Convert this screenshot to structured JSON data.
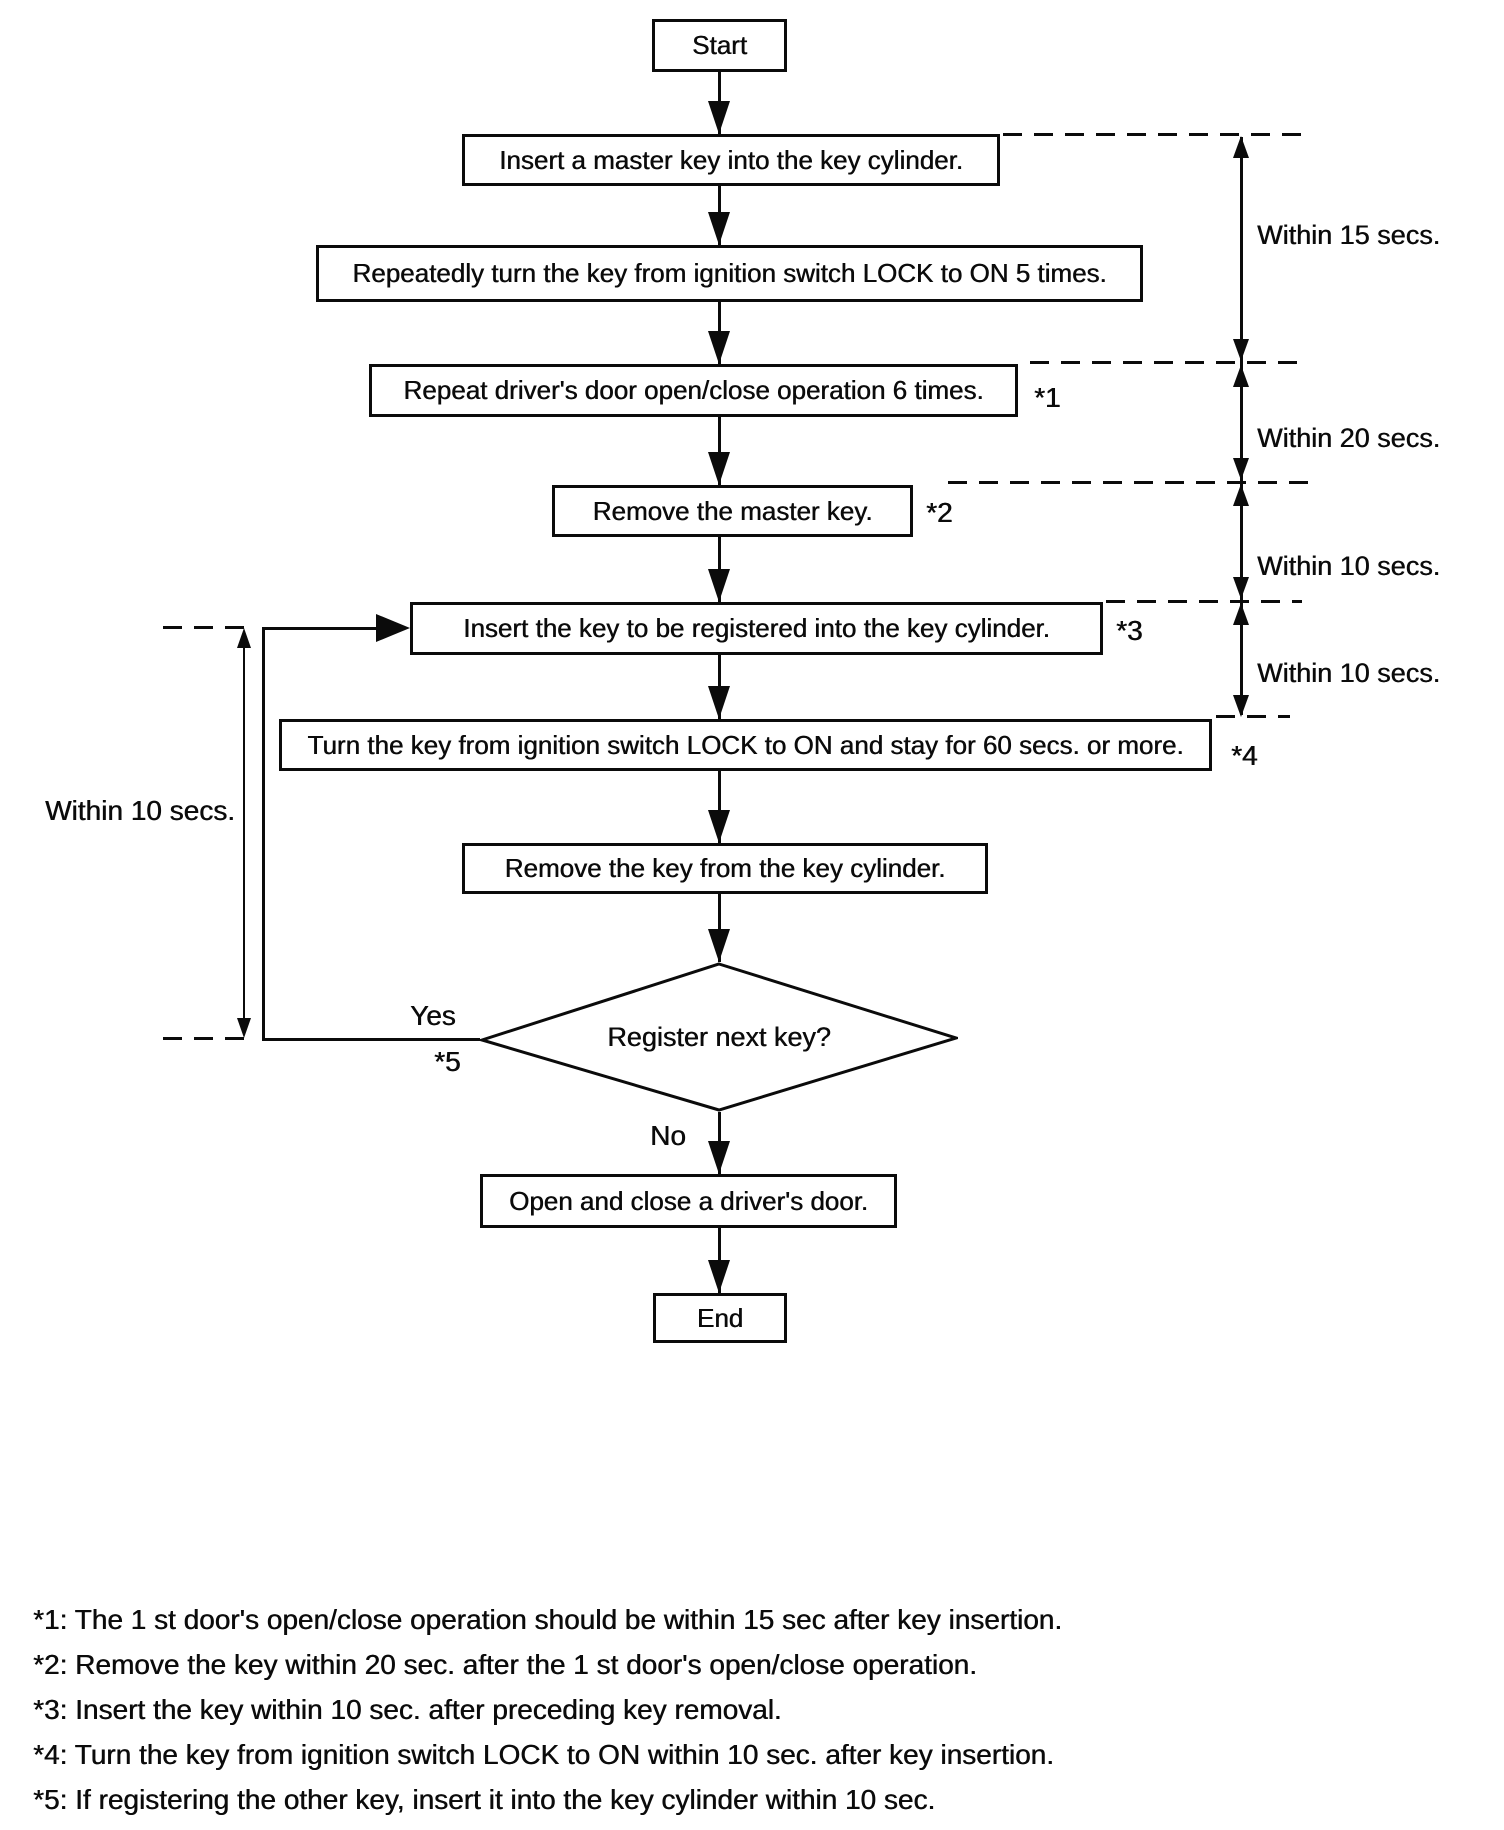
{
  "flowchart": {
    "nodes": {
      "start": "Start",
      "step1": {
        "text": "Insert a master key into the key cylinder."
      },
      "step2": {
        "text": "Repeatedly turn the key from ignition switch LOCK to ON 5 times."
      },
      "step3": {
        "text": "Repeat driver's door open/close operation 6 times.",
        "note": "*1"
      },
      "step4": {
        "text": "Remove the master key.",
        "note": "*2"
      },
      "step5": {
        "text": "Insert the key to be registered into the key cylinder.",
        "note": "*3"
      },
      "step6": {
        "text": "Turn the key from ignition switch LOCK to ON and stay for 60 secs. or more.",
        "note": "*4"
      },
      "step7": {
        "text": "Remove the key from the key cylinder."
      },
      "decision": {
        "text": "Register next key?",
        "yes": "Yes",
        "yes_note": "*5",
        "no": "No"
      },
      "step8": {
        "text": "Open and close a driver's door."
      },
      "end": "End"
    },
    "timers": {
      "right": [
        {
          "label": "Within 15 secs."
        },
        {
          "label": "Within 20 secs."
        },
        {
          "label": "Within 10 secs."
        },
        {
          "label": "Within 10 secs."
        }
      ],
      "left": {
        "label": "Within 10 secs."
      }
    },
    "footnotes": [
      "*1: The 1 st door's open/close operation should be within 15 sec after key insertion.",
      "*2: Remove the key within 20 sec. after the 1 st door's open/close operation.",
      "*3: Insert the key within 10 sec. after preceding key removal.",
      "*4: Turn the key from ignition switch LOCK to ON within 10 sec. after key insertion.",
      "*5: If registering the other key, insert it into the key cylinder within 10 sec."
    ],
    "colors": {
      "ink": "#0b0b0b",
      "paper": "#ffffff"
    }
  }
}
